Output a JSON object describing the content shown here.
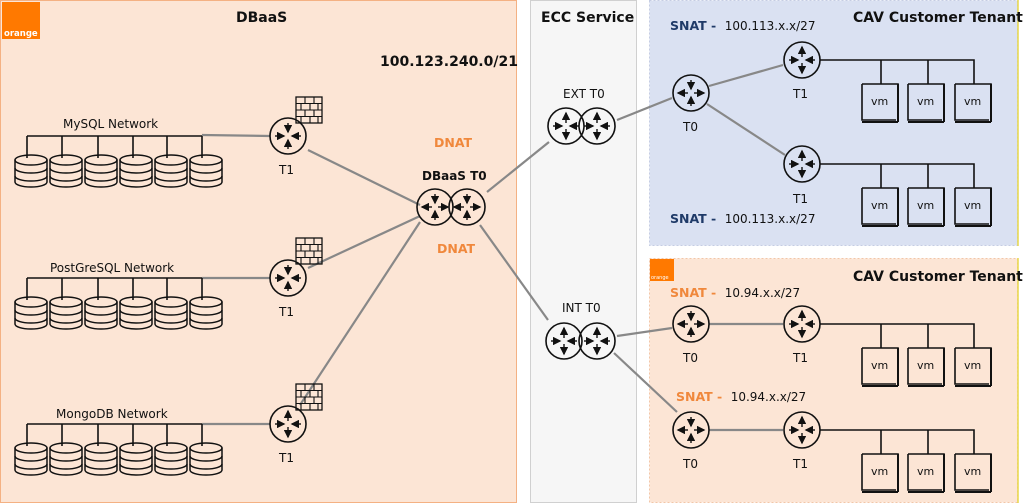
{
  "colors": {
    "dbaas_bg": "#fce5d5",
    "dbaas_border": "#f4b183",
    "ecc_bg": "#f6f6f6",
    "ecc_border": "#d0d0d0",
    "tenant_blue_bg": "#dae1f2",
    "tenant_orange_bg": "#fce5d5",
    "orange_brand": "#ff7900",
    "link": "#888888",
    "nat_orange": "#f0883c",
    "nat_blue": "#1f3a68"
  },
  "dbaas": {
    "title": "DBaaS",
    "logo_text": "orange",
    "subnet": "100.123.240.0/21",
    "dnat_top": "DNAT",
    "dnat_bottom": "DNAT",
    "t0_label": "DBaaS T0",
    "networks": [
      {
        "name": "MySQL Network",
        "router_label": "T1",
        "db_count": 6,
        "firewall": true
      },
      {
        "name": "PostGreSQL Network",
        "router_label": "T1",
        "db_count": 6,
        "firewall": true
      },
      {
        "name": "MongoDB Network",
        "router_label": "T1",
        "db_count": 6,
        "firewall": true
      }
    ]
  },
  "ecc": {
    "title": "ECC Service",
    "ext_label": "EXT T0",
    "int_label": "INT T0"
  },
  "tenant_top": {
    "title": "CAV Customer Tenant",
    "t0_label": "T0",
    "branches": [
      {
        "snat_prefix": "SNAT -",
        "snat_value": "100.113.x.x/27",
        "t1_label": "T1",
        "vms": [
          "vm",
          "vm",
          "vm"
        ]
      },
      {
        "snat_prefix": "SNAT -",
        "snat_value": "100.113.x.x/27",
        "t1_label": "T1",
        "vms": [
          "vm",
          "vm",
          "vm"
        ]
      }
    ]
  },
  "tenant_bottom": {
    "title": "CAV Customer Tenant",
    "logo_text": "orange",
    "branches": [
      {
        "snat_prefix": "SNAT -",
        "snat_value": "10.94.x.x/27",
        "t0_label": "T0",
        "t1_label": "T1",
        "vms": [
          "vm",
          "vm",
          "vm"
        ]
      },
      {
        "snat_prefix": "SNAT -",
        "snat_value": "10.94.x.x/27",
        "t0_label": "T0",
        "t1_label": "T1",
        "vms": [
          "vm",
          "vm",
          "vm"
        ]
      }
    ]
  }
}
